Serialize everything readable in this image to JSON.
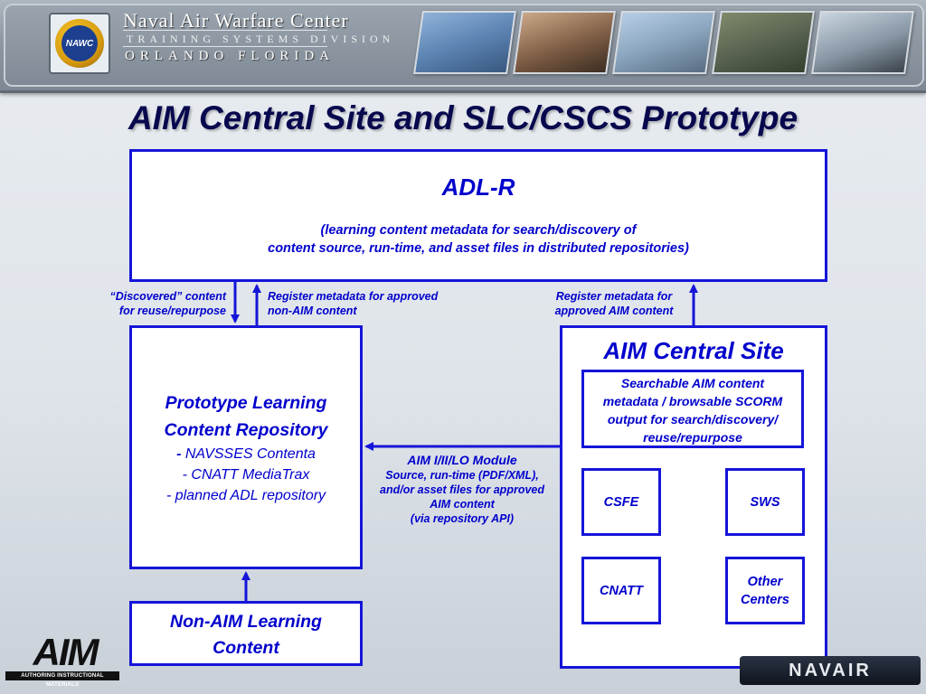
{
  "header": {
    "org_title": "Naval Air Warfare Center",
    "org_subtitle": "TRAINING SYSTEMS DIVISION",
    "org_location": "ORLANDO FLORIDA",
    "logo_text": "NAWC"
  },
  "slide_title": "AIM Central Site and SLC/CSCS Prototype",
  "adlr": {
    "title": "ADL-R",
    "desc_line1": "(learning content metadata for search/discovery of",
    "desc_line2": "content source, run-time, and asset files in distributed repositories)"
  },
  "labels": {
    "discovered_1": "“Discovered” content",
    "discovered_2": "for reuse/repurpose",
    "register_non_1": "Register metadata for approved",
    "register_non_2": "non-AIM content",
    "register_aim_1": "Register metadata for",
    "register_aim_2": "approved AIM content"
  },
  "repository": {
    "title_1": "Prototype Learning",
    "title_2": "Content Repository",
    "item_1": "NAVSSES Contenta",
    "item_2": "- CNATT MediaTrax",
    "item_3": "- planned ADL repository"
  },
  "module": {
    "title": "AIM I/II/LO Module",
    "line_1": "Source, run-time (PDF/XML),",
    "line_2": "and/or asset files for approved",
    "line_3": "AIM content",
    "line_4": "(via repository API)"
  },
  "non_aim": {
    "line_1": "Non-AIM Learning",
    "line_2": "Content"
  },
  "aim_central": {
    "title": "AIM Central Site",
    "searchable_1": "Searchable AIM content",
    "searchable_2": "metadata / browsable SCORM",
    "searchable_3": "output for search/discovery/",
    "searchable_4": "reuse/repurpose",
    "centers": {
      "csfe": "CSFE",
      "sws": "SWS",
      "cnatt": "CNATT",
      "other_1": "Other",
      "other_2": "Centers"
    }
  },
  "footer": {
    "aim_logo": "AIM",
    "aim_logo_sub": "AUTHORING INSTRUCTIONAL MATERIALS",
    "navair": "NAVAIR"
  },
  "colors": {
    "box_border": "#1515d8",
    "text_blue": "#0000cc",
    "title": "#08084e"
  }
}
